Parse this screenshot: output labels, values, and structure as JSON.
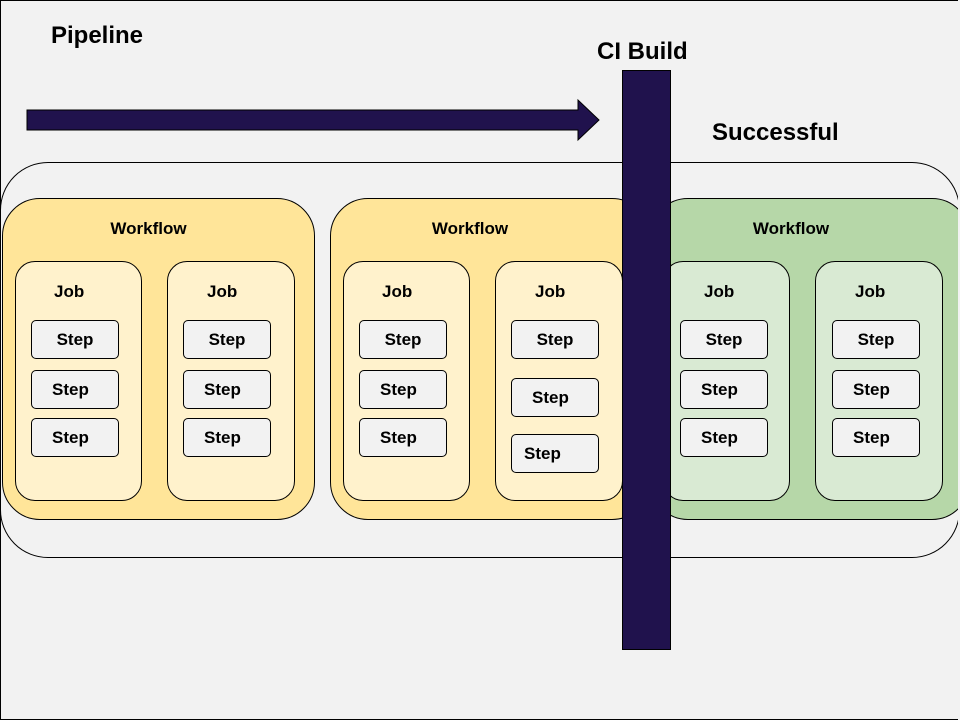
{
  "titles": {
    "pipeline": "Pipeline",
    "ci_build": "CI Build",
    "successful": "Successful"
  },
  "colors": {
    "background": "#f2f2f2",
    "arrow": "#20124d",
    "ci_bar": "#20124d",
    "workflow_pending": "#ffe599",
    "job_pending": "#fff2cc",
    "workflow_done": "#b6d7a8",
    "job_done": "#d9ead3"
  },
  "workflows": [
    {
      "label": "Workflow",
      "status": "pending",
      "jobs": [
        {
          "label": "Job",
          "steps": [
            "Step",
            "Step",
            "Step"
          ]
        },
        {
          "label": "Job",
          "steps": [
            "Step",
            "Step",
            "Step"
          ]
        }
      ]
    },
    {
      "label": "Workflow",
      "status": "pending",
      "jobs": [
        {
          "label": "Job",
          "steps": [
            "Step",
            "Step",
            "Step"
          ]
        },
        {
          "label": "Job",
          "steps": [
            "Step",
            "Step",
            "Step"
          ]
        }
      ]
    },
    {
      "label": "Workflow",
      "status": "done",
      "jobs": [
        {
          "label": "Job",
          "steps": [
            "Step",
            "Step",
            "Step"
          ]
        },
        {
          "label": "Job",
          "steps": [
            "Step",
            "Step",
            "Step"
          ]
        }
      ]
    }
  ]
}
